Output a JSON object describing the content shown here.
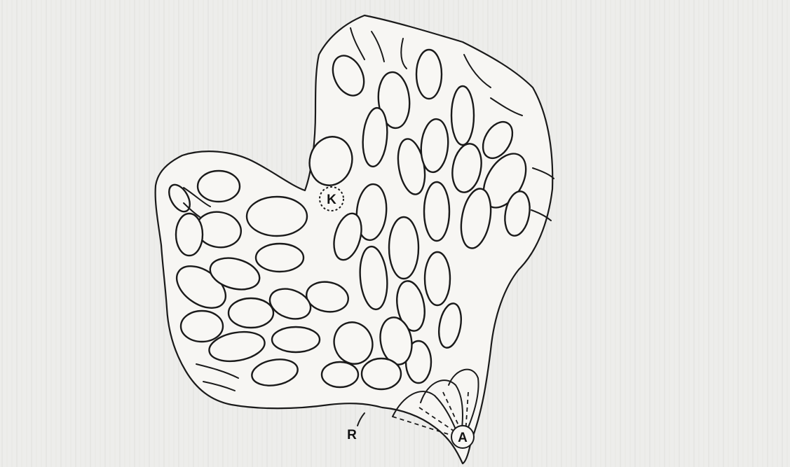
{
  "labels": {
    "k": "K",
    "r": "R",
    "a": "A"
  },
  "colors": {
    "background": "#ededeb",
    "paper": "#f7f6f3",
    "ink": "#1a1a1a"
  }
}
